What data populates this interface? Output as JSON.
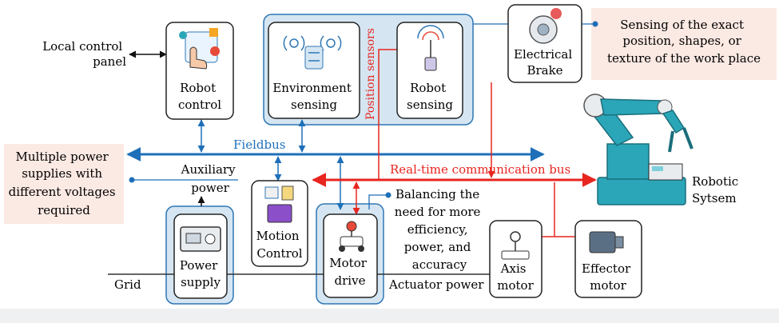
{
  "labels": {
    "local_control_panel": [
      "Local control",
      "panel"
    ],
    "robot_control": [
      "Robot",
      "control"
    ],
    "environment_sensing": [
      "Environment",
      "sensing"
    ],
    "robot_sensing": [
      "Robot",
      "sensing"
    ],
    "position_sensors": "Position sensors",
    "electrical_brake": [
      "Electrical",
      "Brake"
    ],
    "sensing_note": [
      "Sensing of the exact",
      "position, shapes, or",
      "texture of the work place"
    ],
    "fieldbus": "Fieldbus",
    "power_note": [
      "Multiple power",
      "supplies with",
      "different voltages",
      "required"
    ],
    "auxiliary_power": [
      "Auxiliary",
      "power"
    ],
    "realtime_bus": "Real-time communication bus",
    "robotic_system": [
      "Robotic",
      "Sytsem"
    ],
    "balancing_note": [
      "Balancing the",
      "need for more",
      "efficiency,",
      "power, and",
      "accuracy"
    ],
    "motion_control": [
      "Motion",
      "Control"
    ],
    "power_supply": [
      "Power",
      "supply"
    ],
    "motor_drive": [
      "Motor",
      "drive"
    ],
    "axis_motor": [
      "Axis",
      "motor"
    ],
    "effector_motor": [
      "Effector",
      "motor"
    ],
    "grid": "Grid",
    "actuator_power": "Actuator power"
  },
  "colors": {
    "fieldbus_blue": "#1e6fb8",
    "realtime_red": "#e8251f",
    "panel_fill": "#d5e6f2",
    "panel_stroke": "#2f77b5",
    "note_fill": "#fbe9e3",
    "robot_teal": "#2aa6b8"
  }
}
